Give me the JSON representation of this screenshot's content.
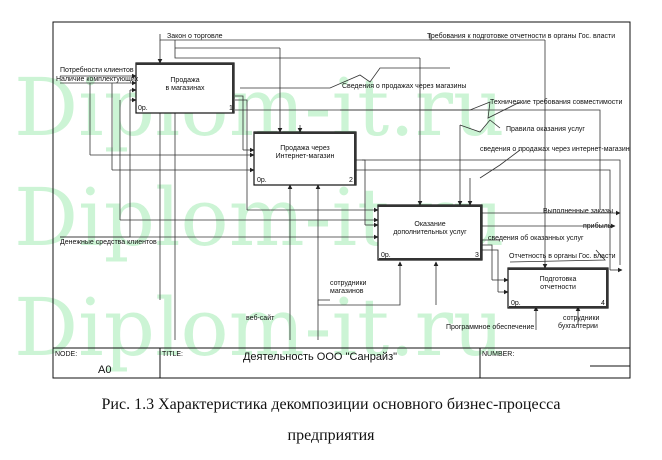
{
  "watermark": "Diplom-it.ru",
  "inputs": {
    "needs": "Потребности клиентов",
    "components": "Наличие комплектующих",
    "money": "Денежные средства клиентов"
  },
  "controls": {
    "law": "Закон о торговле",
    "reporting_req": "Требования к подготовке отчетности в органы Гос. власти",
    "store_sales_info": "Сведения о продажах через магазины",
    "tech_req": "Технические требования совместимости",
    "service_rules": "Правила оказания услуг",
    "web_sales_info": "сведения о продажах через интернет-магазин",
    "service_info": "сведения об оказанных услуг"
  },
  "outputs": {
    "orders_done": "Выполненные заказы",
    "profit": "прибыль",
    "reporting": "Отчетность в органы Гос. власти"
  },
  "mechanisms": {
    "store_staff": "сотрудники магазинов",
    "website": "веб-сайт",
    "software": "Программное обеспечение",
    "accounting_staff": "сотрудники бухгалтерии"
  },
  "boxes": [
    {
      "title": "Продажа в магазинах",
      "cost": "0р.",
      "num": "1"
    },
    {
      "title": "Продажа через Интернет-магазин",
      "cost": "0р.",
      "num": "2"
    },
    {
      "title": "Оказание дополнительных услуг",
      "cost": "0р.",
      "num": "3"
    },
    {
      "title": "Подготовка отчетности",
      "cost": "0р.",
      "num": "4"
    }
  ],
  "footer": {
    "node_label": "NODE:",
    "node_value": "A0",
    "title_label": "TITLE:",
    "title_value": "Деятельность ООО \"Санрайз\"",
    "number_label": "NUMBER:"
  },
  "caption": {
    "line1": "Рис. 1.3 Характеристика декомпозиции основного бизнес-процесса",
    "line2": "предприятия"
  }
}
